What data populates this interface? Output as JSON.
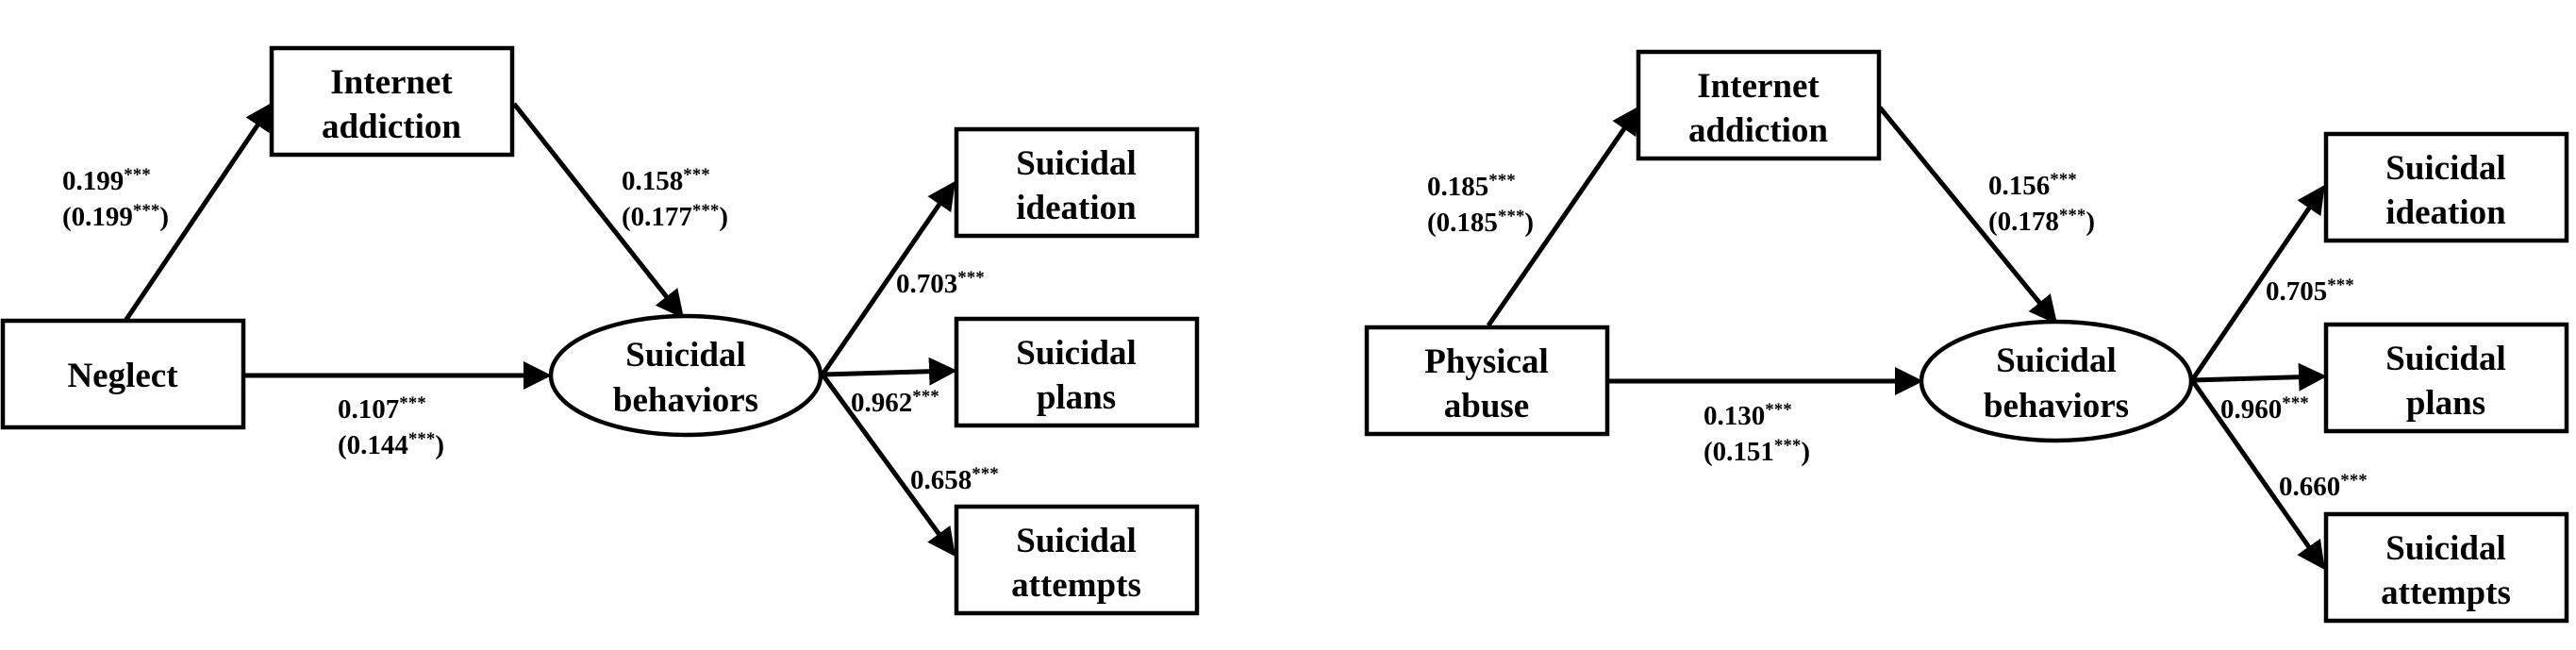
{
  "panels": [
    {
      "nodes": {
        "exposure": [
          "Neglect"
        ],
        "internet": [
          "Internet",
          "addiction"
        ],
        "behaviors": [
          "Suicidal",
          "behaviors"
        ],
        "ideation": [
          "Suicidal",
          "ideation"
        ],
        "plans": [
          "Suicidal",
          "plans"
        ],
        "attempts": [
          "Suicidal",
          "attempts"
        ]
      },
      "paths": {
        "a": {
          "est": "0.199",
          "sig": "***",
          "paren_est": "0.199",
          "paren_sig": "***"
        },
        "b": {
          "est": "0.158",
          "sig": "***",
          "paren_est": "0.177",
          "paren_sig": "***"
        },
        "c": {
          "est": "0.107",
          "sig": "***",
          "paren_est": "0.144",
          "paren_sig": "***"
        },
        "ideation": {
          "est": "0.703",
          "sig": "***"
        },
        "plans": {
          "est": "0.962",
          "sig": "***"
        },
        "attempts": {
          "est": "0.658",
          "sig": "***"
        }
      }
    },
    {
      "nodes": {
        "exposure": [
          "Physical",
          "abuse"
        ],
        "internet": [
          "Internet",
          "addiction"
        ],
        "behaviors": [
          "Suicidal",
          "behaviors"
        ],
        "ideation": [
          "Suicidal",
          "ideation"
        ],
        "plans": [
          "Suicidal",
          "plans"
        ],
        "attempts": [
          "Suicidal",
          "attempts"
        ]
      },
      "paths": {
        "a": {
          "est": "0.185",
          "sig": "***",
          "paren_est": "0.185",
          "paren_sig": "***"
        },
        "b": {
          "est": "0.156",
          "sig": "***",
          "paren_est": "0.178",
          "paren_sig": "***"
        },
        "c": {
          "est": "0.130",
          "sig": "***",
          "paren_est": "0.151",
          "paren_sig": "***"
        },
        "ideation": {
          "est": "0.705",
          "sig": "***"
        },
        "plans": {
          "est": "0.960",
          "sig": "***"
        },
        "attempts": {
          "est": "0.660",
          "sig": "***"
        }
      }
    }
  ]
}
